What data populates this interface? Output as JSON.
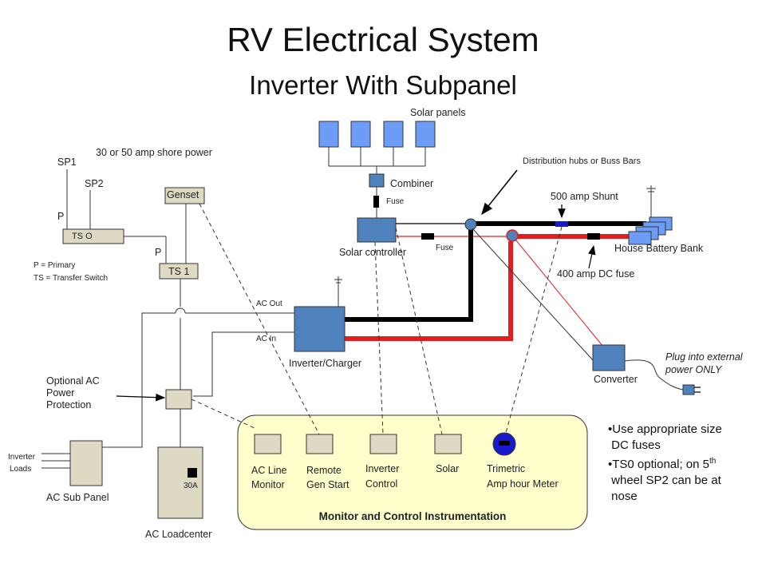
{
  "title": "RV Electrical System",
  "subtitle": "Inverter With Subpanel",
  "colors": {
    "component_blue": "#4f81bd",
    "panel_blue": "#6c9cf5",
    "box_tan": "#ddd9c3",
    "instrument_bg": "#ffffcc",
    "positive_red": "#e02020",
    "negative_black": "#000000"
  },
  "labels": {
    "solar_panels": "Solar panels",
    "shore_power": "30 or 50 amp shore power",
    "sp1": "SP1",
    "sp2": "SP2",
    "p1": "P",
    "p2": "P",
    "ts0": "TS O",
    "ts1": "TS 1",
    "genset": "Genset",
    "legend_primary": "P = Primary",
    "legend_ts": "TS = Transfer Switch",
    "combiner": "Combiner",
    "fuse_top": "Fuse",
    "fuse_mid": "Fuse",
    "solar_controller": "Solar controller",
    "distribution": "Distribution hubs or Buss Bars",
    "shunt": "500 amp Shunt",
    "house_battery": "House Battery  Bank",
    "dc_fuse": "400 amp DC fuse",
    "ac_out": "AC Out",
    "ac_in": "AC In",
    "inverter_charger": "Inverter/Charger",
    "converter": "Converter",
    "plug_line1": "Plug into external",
    "plug_line2": "power ONLY",
    "optional_ac_1": "Optional AC",
    "optional_ac_2": "Power",
    "optional_ac_3": "Protection",
    "inverter_loads_1": "Inverter",
    "inverter_loads_2": "Loads",
    "ac_sub_panel": "AC Sub Panel",
    "breaker_30a": "30A",
    "ac_loadcenter": "AC Loadcenter"
  },
  "instruments": {
    "title": "Monitor and Control Instrumentation",
    "items": [
      {
        "line1": "AC Line",
        "line2": "Monitor"
      },
      {
        "line1": "Remote",
        "line2": "Gen Start"
      },
      {
        "line1": "Inverter",
        "line2": "Control"
      },
      {
        "line1": "Solar",
        "line2": ""
      },
      {
        "line1": "Trimetric",
        "line2": "Amp hour Meter"
      }
    ]
  },
  "notes": {
    "line1": "•Use appropriate size",
    "line2": " DC fuses",
    "line3_a": "•TS0 optional; on 5",
    "line3_sup": "th",
    "line4": " wheel SP2 can be at",
    "line5": " nose"
  }
}
